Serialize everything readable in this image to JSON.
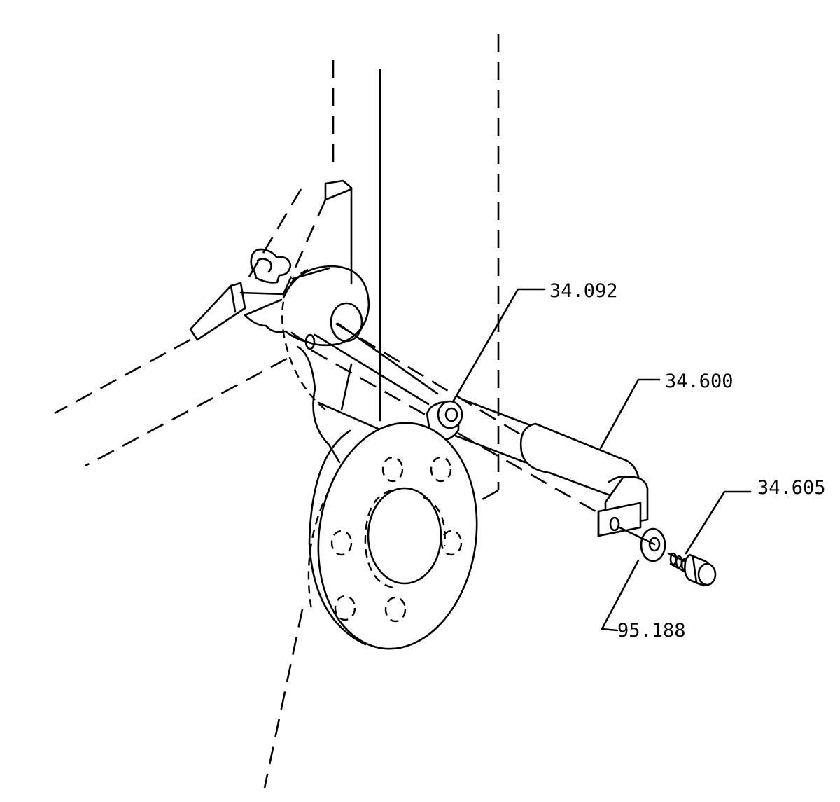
{
  "callouts": [
    {
      "id": "spacer",
      "label": "34.092"
    },
    {
      "id": "cylinder",
      "label": "34.600"
    },
    {
      "id": "bolt",
      "label": "34.605"
    },
    {
      "id": "washer",
      "label": "95.188"
    }
  ],
  "colors": {
    "line": "#000000",
    "background": "#ffffff"
  }
}
